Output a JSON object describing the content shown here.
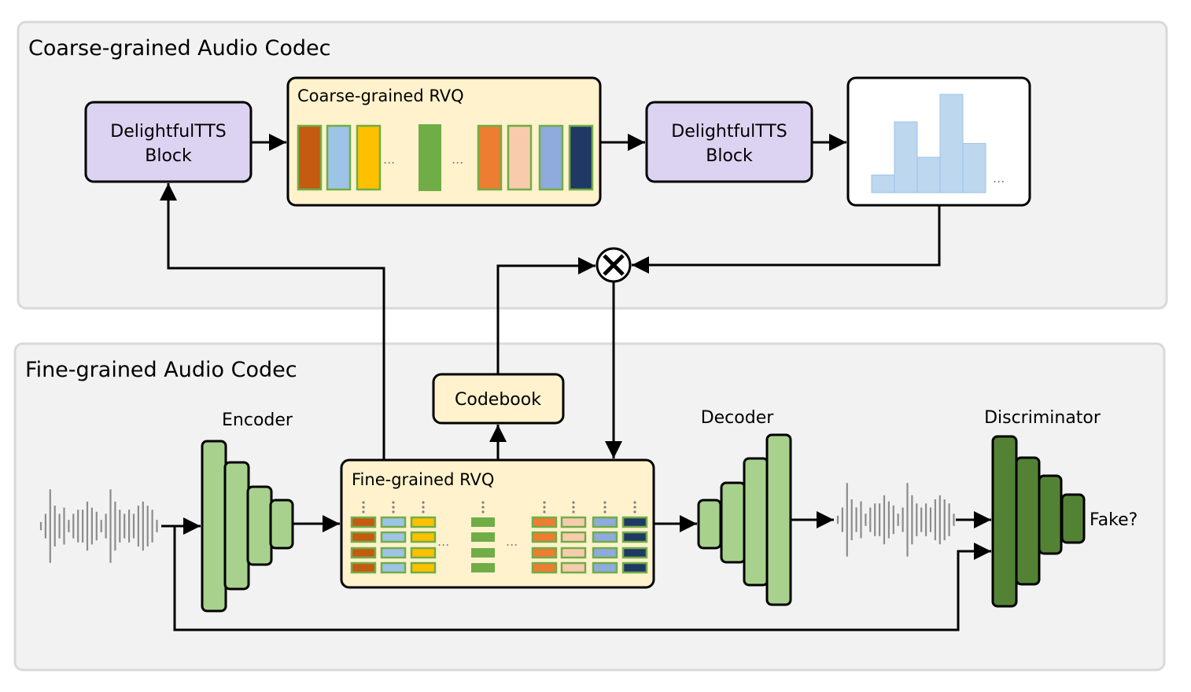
{
  "panels": {
    "coarse": {
      "title": "Coarse-grained Audio Codec"
    },
    "fine": {
      "title": "Fine-grained Audio Codec"
    }
  },
  "blocks": {
    "delightful_left": {
      "line1": "DelightfulTTS",
      "line2": "Block"
    },
    "delightful_right": {
      "line1": "DelightfulTTS",
      "line2": "Block"
    },
    "coarse_rvq": {
      "title": "Coarse-grained RVQ",
      "ellipsis": "..."
    },
    "fine_rvq": {
      "title": "Fine-grained RVQ",
      "ellipsis": "..."
    },
    "codebook": {
      "label": "Codebook"
    },
    "histogram": {
      "ellipsis": "...",
      "bar_levels": [
        0.18,
        0.72,
        0.36,
        1.0,
        0.5
      ]
    },
    "multiply": {
      "symbol": "×"
    }
  },
  "modules": {
    "encoder": {
      "label": "Encoder"
    },
    "decoder": {
      "label": "Decoder"
    },
    "discriminator": {
      "label": "Discriminator",
      "output": "Fake?"
    }
  },
  "colors": {
    "panel_bg": "#f2f2f2",
    "panel_border": "#d9d9d9",
    "purple_block": "#dcd3f2",
    "yellow_block": "#fff2cc",
    "encoder_green": "#a9d18e",
    "discriminator_green": "#548235",
    "histogram_bar": "#bdd7ee",
    "waveform": "#8c8c8c",
    "codes": [
      "#c55a11",
      "#9dc3e6",
      "#ffc000",
      "#70ad47",
      "#ed7d31",
      "#f8cbad",
      "#8faadc",
      "#203864"
    ],
    "code_border": "#70ad47"
  }
}
